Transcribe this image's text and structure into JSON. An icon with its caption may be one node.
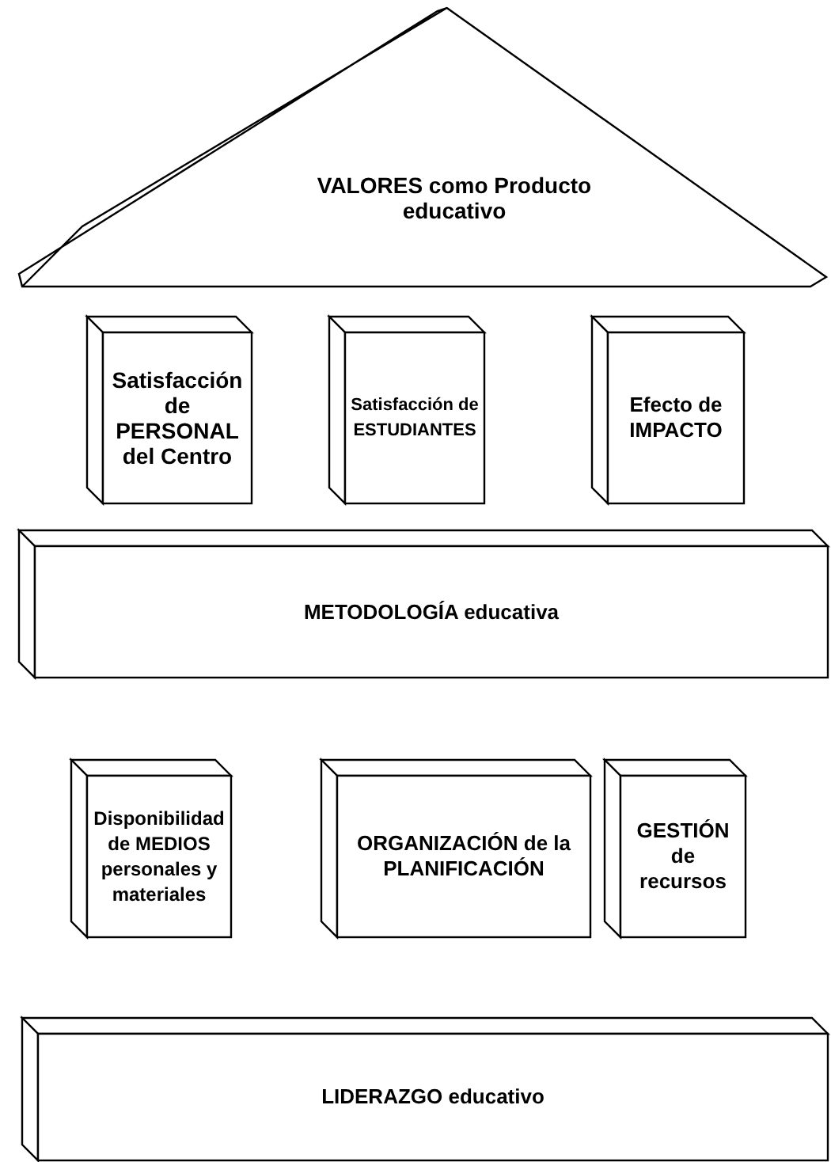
{
  "diagram": {
    "nodes": [
      {
        "text": [
          "VALORES como Producto educativo"
        ]
      },
      {
        "text": [
          "Satisfacción de PERSONAL del Centro"
        ]
      },
      {
        "text": [
          "Satisfacción de ESTUDIANTES"
        ]
      },
      {
        "text": [
          "Efecto de IMPACTO"
        ]
      },
      {
        "text": [
          "METODOLOGÍA educativa"
        ]
      },
      {
        "text": [
          "Disponibilidad de MEDIOS personales y materiales"
        ]
      },
      {
        "text": [
          "ORGANIZACIÓN de la PLANIFICACIÓN"
        ]
      },
      {
        "text": [
          "GESTIÓN de recursos"
        ]
      },
      {
        "text": [
          "LIDERAZGO educativo"
        ]
      }
    ]
  }
}
